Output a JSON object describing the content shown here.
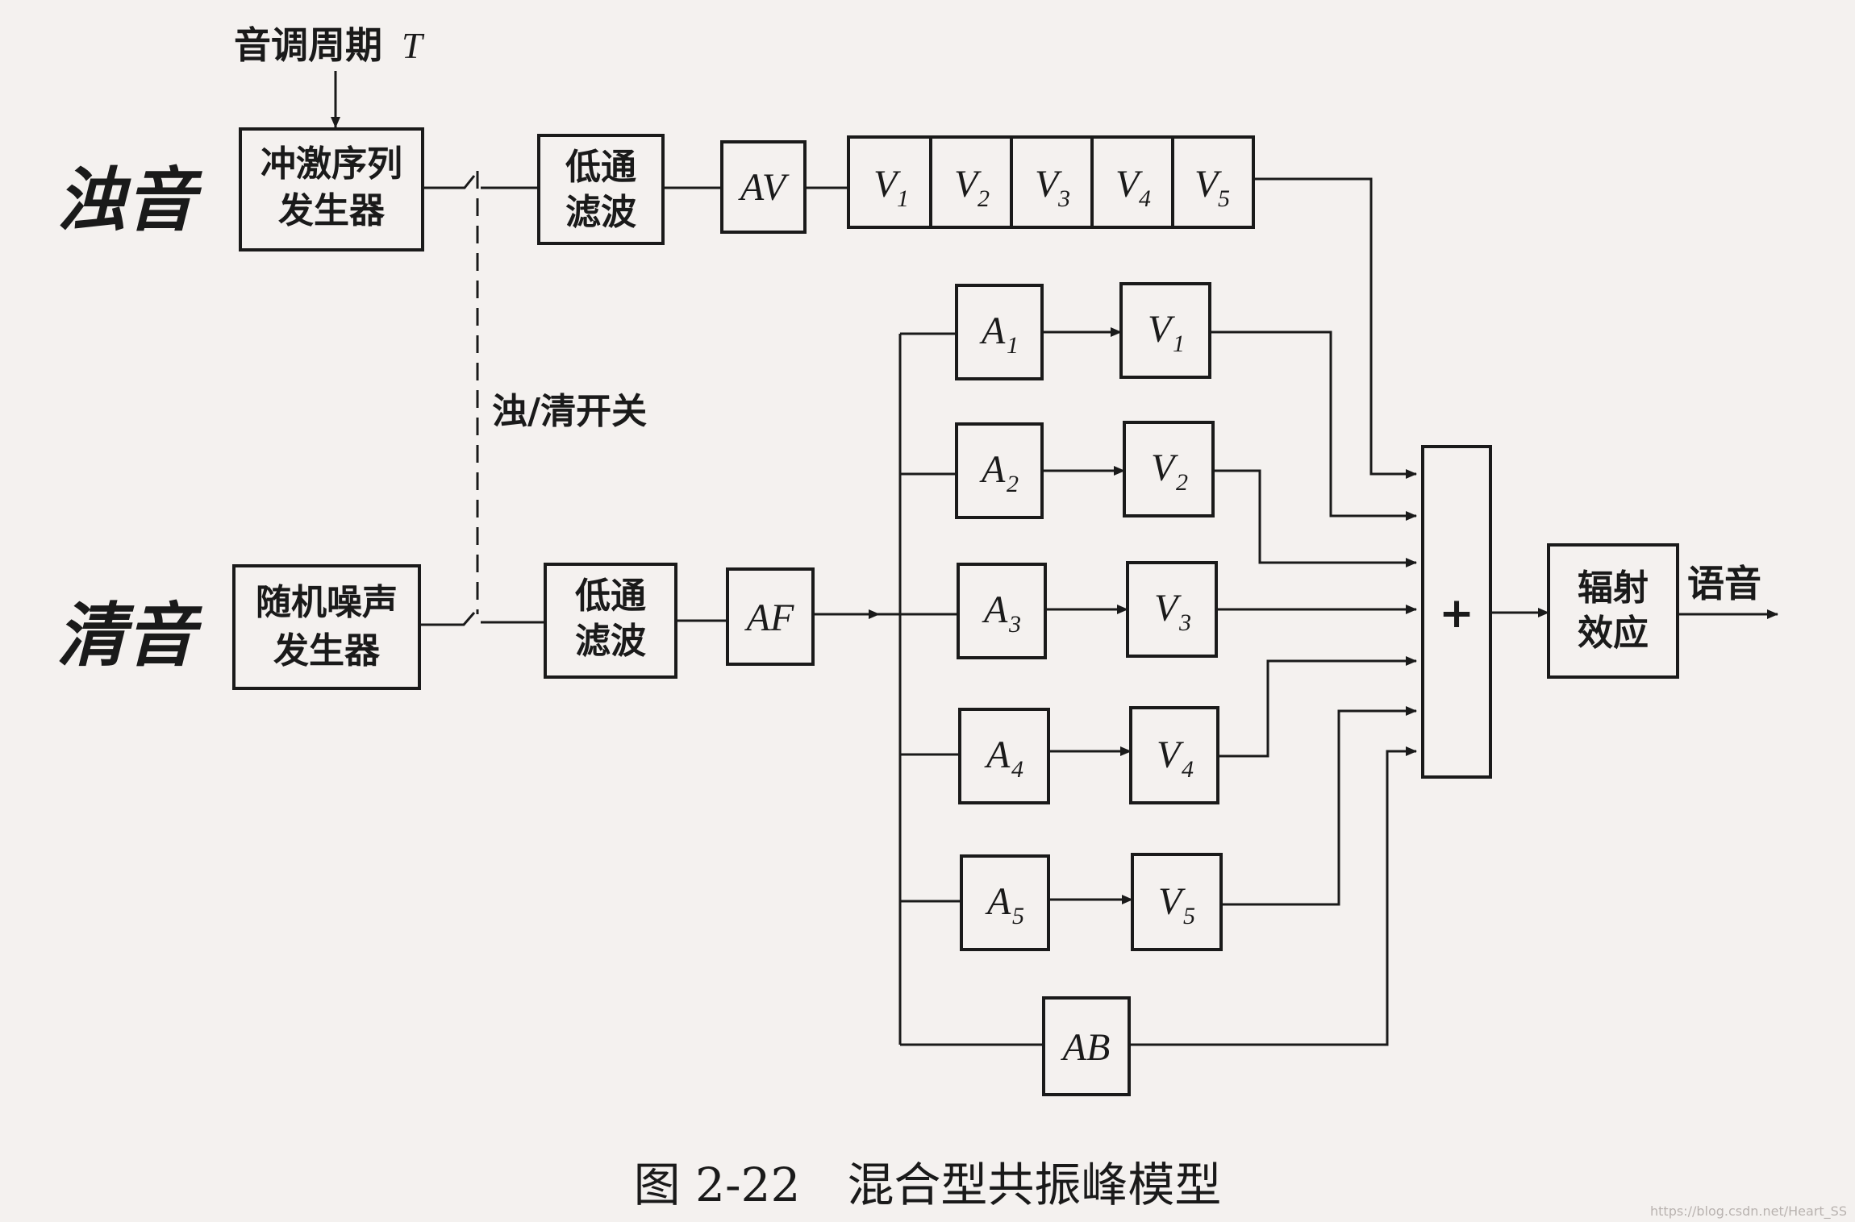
{
  "labels": {
    "pitch_period": "音调周期",
    "pitch_var": "T",
    "voiced": "浊音",
    "unvoiced": "清音",
    "switch": "浊/清开关",
    "speech": "语音",
    "caption": "图 2-22　混合型共振峰模型",
    "watermark": "https://blog.csdn.net/Heart_SS"
  },
  "blocks": {
    "impulse_gen": [
      "冲激序列",
      "发生器"
    ],
    "noise_gen": [
      "随机噪声",
      "发生器"
    ],
    "lpf_top": [
      "低通",
      "滤波"
    ],
    "lpf_bottom": [
      "低通",
      "滤波"
    ],
    "av": "AV",
    "af": "AF",
    "ab": "AB",
    "sum": "+",
    "radiation": [
      "辐射",
      "效应"
    ]
  },
  "cascade": [
    {
      "letter": "V",
      "sub": "1"
    },
    {
      "letter": "V",
      "sub": "2"
    },
    {
      "letter": "V",
      "sub": "3"
    },
    {
      "letter": "V",
      "sub": "4"
    },
    {
      "letter": "V",
      "sub": "5"
    }
  ],
  "parallel": [
    {
      "a": "A",
      "a_sub": "1",
      "v": "V",
      "v_sub": "1"
    },
    {
      "a": "A",
      "a_sub": "2",
      "v": "V",
      "v_sub": "2"
    },
    {
      "a": "A",
      "a_sub": "3",
      "v": "V",
      "v_sub": "3"
    },
    {
      "a": "A",
      "a_sub": "4",
      "v": "V",
      "v_sub": "4"
    },
    {
      "a": "A",
      "a_sub": "5",
      "v": "V",
      "v_sub": "5"
    }
  ]
}
